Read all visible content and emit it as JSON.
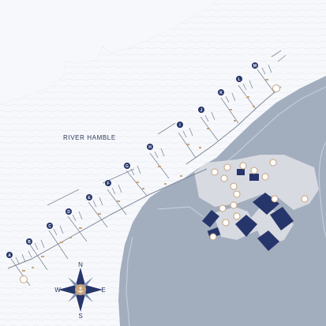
{
  "map": {
    "river_label": "RIVER HAMBLE",
    "pontoon_letters": [
      "A",
      "B",
      "C",
      "D",
      "E",
      "F",
      "G",
      "H",
      "I",
      "J",
      "K",
      "L",
      "M"
    ],
    "compass": {
      "north": "N",
      "south": "S",
      "east": "E",
      "west": "W"
    }
  },
  "colors": {
    "land": "#a2adbe",
    "water": "#f7f8fb",
    "navy": "#26356a",
    "marker_gold": "#c8a47a",
    "building_light": "#d7dae1"
  }
}
